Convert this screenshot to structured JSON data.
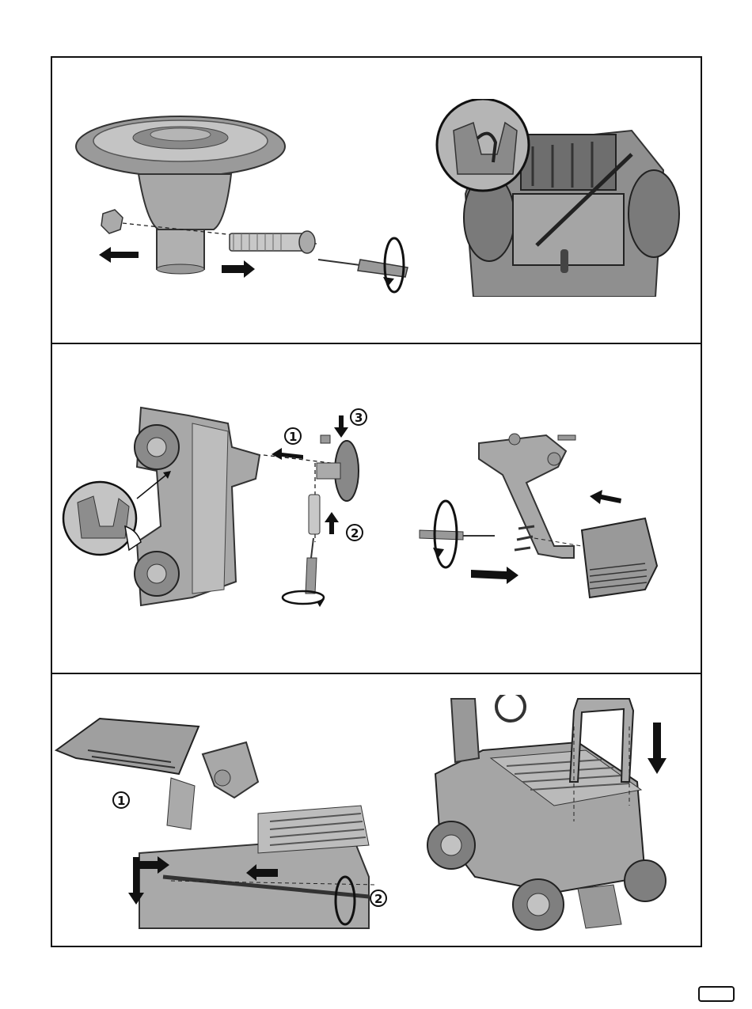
{
  "steps": {
    "step2_markers": [
      "1",
      "2",
      "3"
    ],
    "step4_markers": [
      "1",
      "2"
    ]
  },
  "page_number": ""
}
